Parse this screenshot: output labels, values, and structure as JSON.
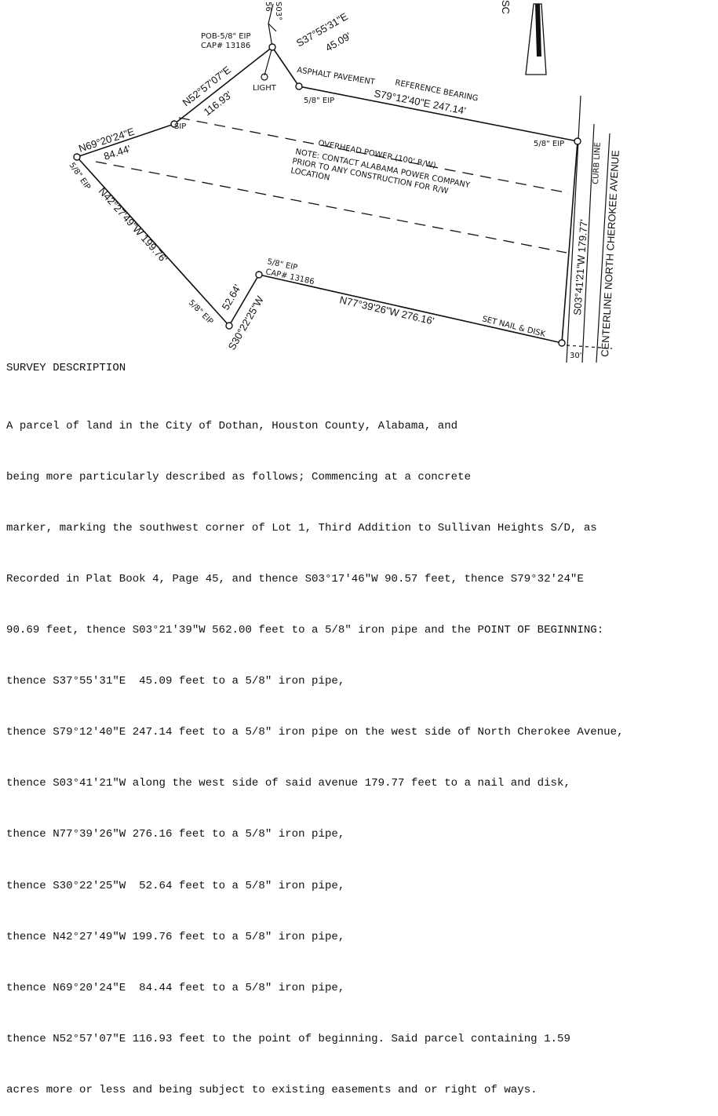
{
  "plat": {
    "labels": {
      "pob": "POB-5/8\" EIP",
      "pob_cap": "CAP# 13186",
      "light": "LIGHT",
      "asphalt": "ASPHALT PAVEMENT",
      "reference_bearing": "REFERENCE BEARING",
      "eip_top": "5/8\" EIP",
      "eip_right": "5/8\" EIP",
      "sip": "SIP",
      "eip_left": "5/8\" EIP",
      "eip_bottom": "5/8\" EIP",
      "eip_mid": "5/8\" EIP",
      "eip_mid_cap": "CAP# 13186",
      "set_nail": "SET NAIL & DISK",
      "overhead_power": "OVERHEAD POWER (100' R/W)",
      "note_line1": "NOTE: CONTACT ALABAMA POWER COMPANY",
      "note_line2": "PRIOR TO ANY CONSTRUCTION FOR R/W",
      "note_line3": "LOCATION",
      "curb_line": "CURB LINE",
      "centerline": "CENTERLINE NORTH CHEROKEE AVENUE",
      "offset_30": "30'",
      "scale_fragment": "SC",
      "north_fragment": "56",
      "north_fragment2": "S03°"
    },
    "bearings": {
      "b1": "S37°55'31\"E",
      "d1": "45.09'",
      "b2": "S79°12'40\"E 247.14'",
      "b3": "S03°41'21\"W 179.77'",
      "b4": "N77°39'26\"W 276.16'",
      "b5_dist": "52.64'",
      "b5": "S30°22'25\"W",
      "b6": "N42°27'49\"W 199.76'",
      "b7": "N69°20'24\"E",
      "d7": "84.44'",
      "b8": "N52°57'07\"E",
      "d8": "116.93'"
    }
  },
  "description": {
    "heading": "SURVEY DESCRIPTION",
    "lines": [
      "A parcel of land in the City of Dothan, Houston County, Alabama, and",
      "being more particularly described as follows; Commencing at a concrete",
      "marker, marking the southwest corner of Lot 1, Third Addition to Sullivan Heights S/D, as",
      "Recorded in Plat Book 4, Page 45, and thence S03°17'46\"W 90.57 feet, thence S79°32'24\"E",
      "90.69 feet, thence S03°21'39\"W 562.00 feet to a 5/8\" iron pipe and the POINT OF BEGINNING:",
      "thence S37°55'31\"E  45.09 feet to a 5/8\" iron pipe,",
      "thence S79°12'40\"E 247.14 feet to a 5/8\" iron pipe on the west side of North Cherokee Avenue,",
      "thence S03°41'21\"W along the west side of said avenue 179.77 feet to a nail and disk,",
      "thence N77°39'26\"W 276.16 feet to a 5/8\" iron pipe,",
      "thence S30°22'25\"W  52.64 feet to a 5/8\" iron pipe,",
      "thence N42°27'49\"W 199.76 feet to a 5/8\" iron pipe,",
      "thence N69°20'24\"E  84.44 feet to a 5/8\" iron pipe,",
      "thence N52°57'07\"E 116.93 feet to the point of beginning. Said parcel containing 1.59",
      "acres more or less and being subject to existing easements and or right of ways."
    ]
  }
}
